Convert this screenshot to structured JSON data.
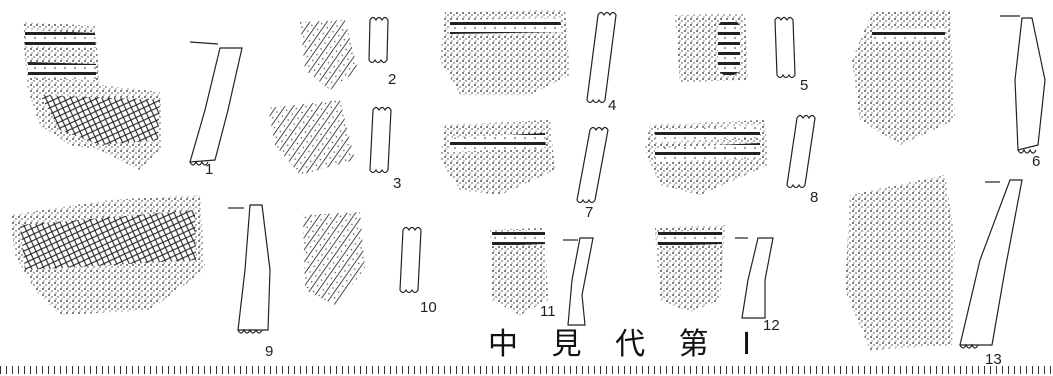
{
  "figure": {
    "site_title": "中 見 代 第 I",
    "specimens": [
      {
        "label": "1"
      },
      {
        "label": "2"
      },
      {
        "label": "3"
      },
      {
        "label": "4"
      },
      {
        "label": "5"
      },
      {
        "label": "6"
      },
      {
        "label": "7"
      },
      {
        "label": "8"
      },
      {
        "label": "9"
      },
      {
        "label": "10"
      },
      {
        "label": "11"
      },
      {
        "label": "12"
      },
      {
        "label": "13"
      }
    ]
  }
}
